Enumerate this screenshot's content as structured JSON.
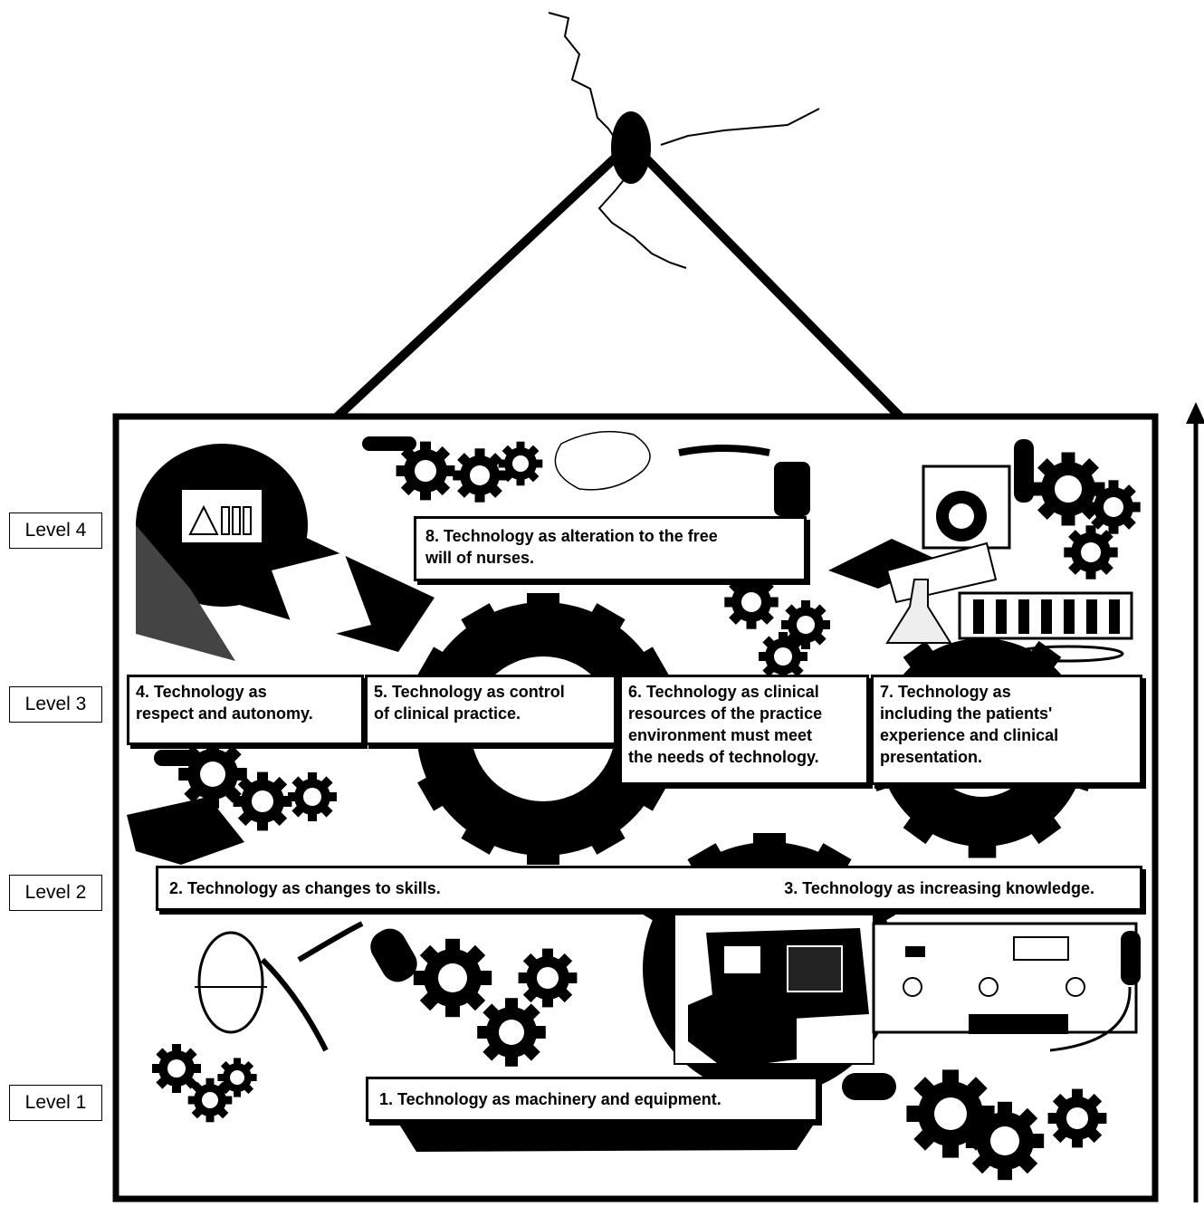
{
  "levels": [
    {
      "label": "Level 4"
    },
    {
      "label": "Level 3"
    },
    {
      "label": "Level 2"
    },
    {
      "label": "Level 1"
    }
  ],
  "boxes": {
    "b8": {
      "line1": "8. Technology as alteration to the free",
      "line2": "will of nurses."
    },
    "b4": {
      "line1": "4. Technology as",
      "line2": "respect and autonomy."
    },
    "b5": {
      "line1": "5. Technology as control",
      "line2": "of clinical practice."
    },
    "b6": {
      "line1": "6. Technology as clinical",
      "line2": "resources of the practice",
      "line3": "environment must meet",
      "line4": "the needs of technology."
    },
    "b7": {
      "line1": "7. Technology as",
      "line2": "including the patients'",
      "line3": "experience and clinical",
      "line4": "presentation."
    },
    "b2": "2. Technology as changes to skills.",
    "b3": "3. Technology as increasing knowledge.",
    "b1": "1.  Technology as machinery and equipment."
  },
  "icons": [
    "gear-icon",
    "nail-icon",
    "fire-extinguisher-icon",
    "lab-glassware-icon",
    "medical-monitor-icon",
    "pliers-icon",
    "arrow-up-icon"
  ],
  "colors": {
    "ink": "#000000",
    "paper": "#ffffff"
  }
}
